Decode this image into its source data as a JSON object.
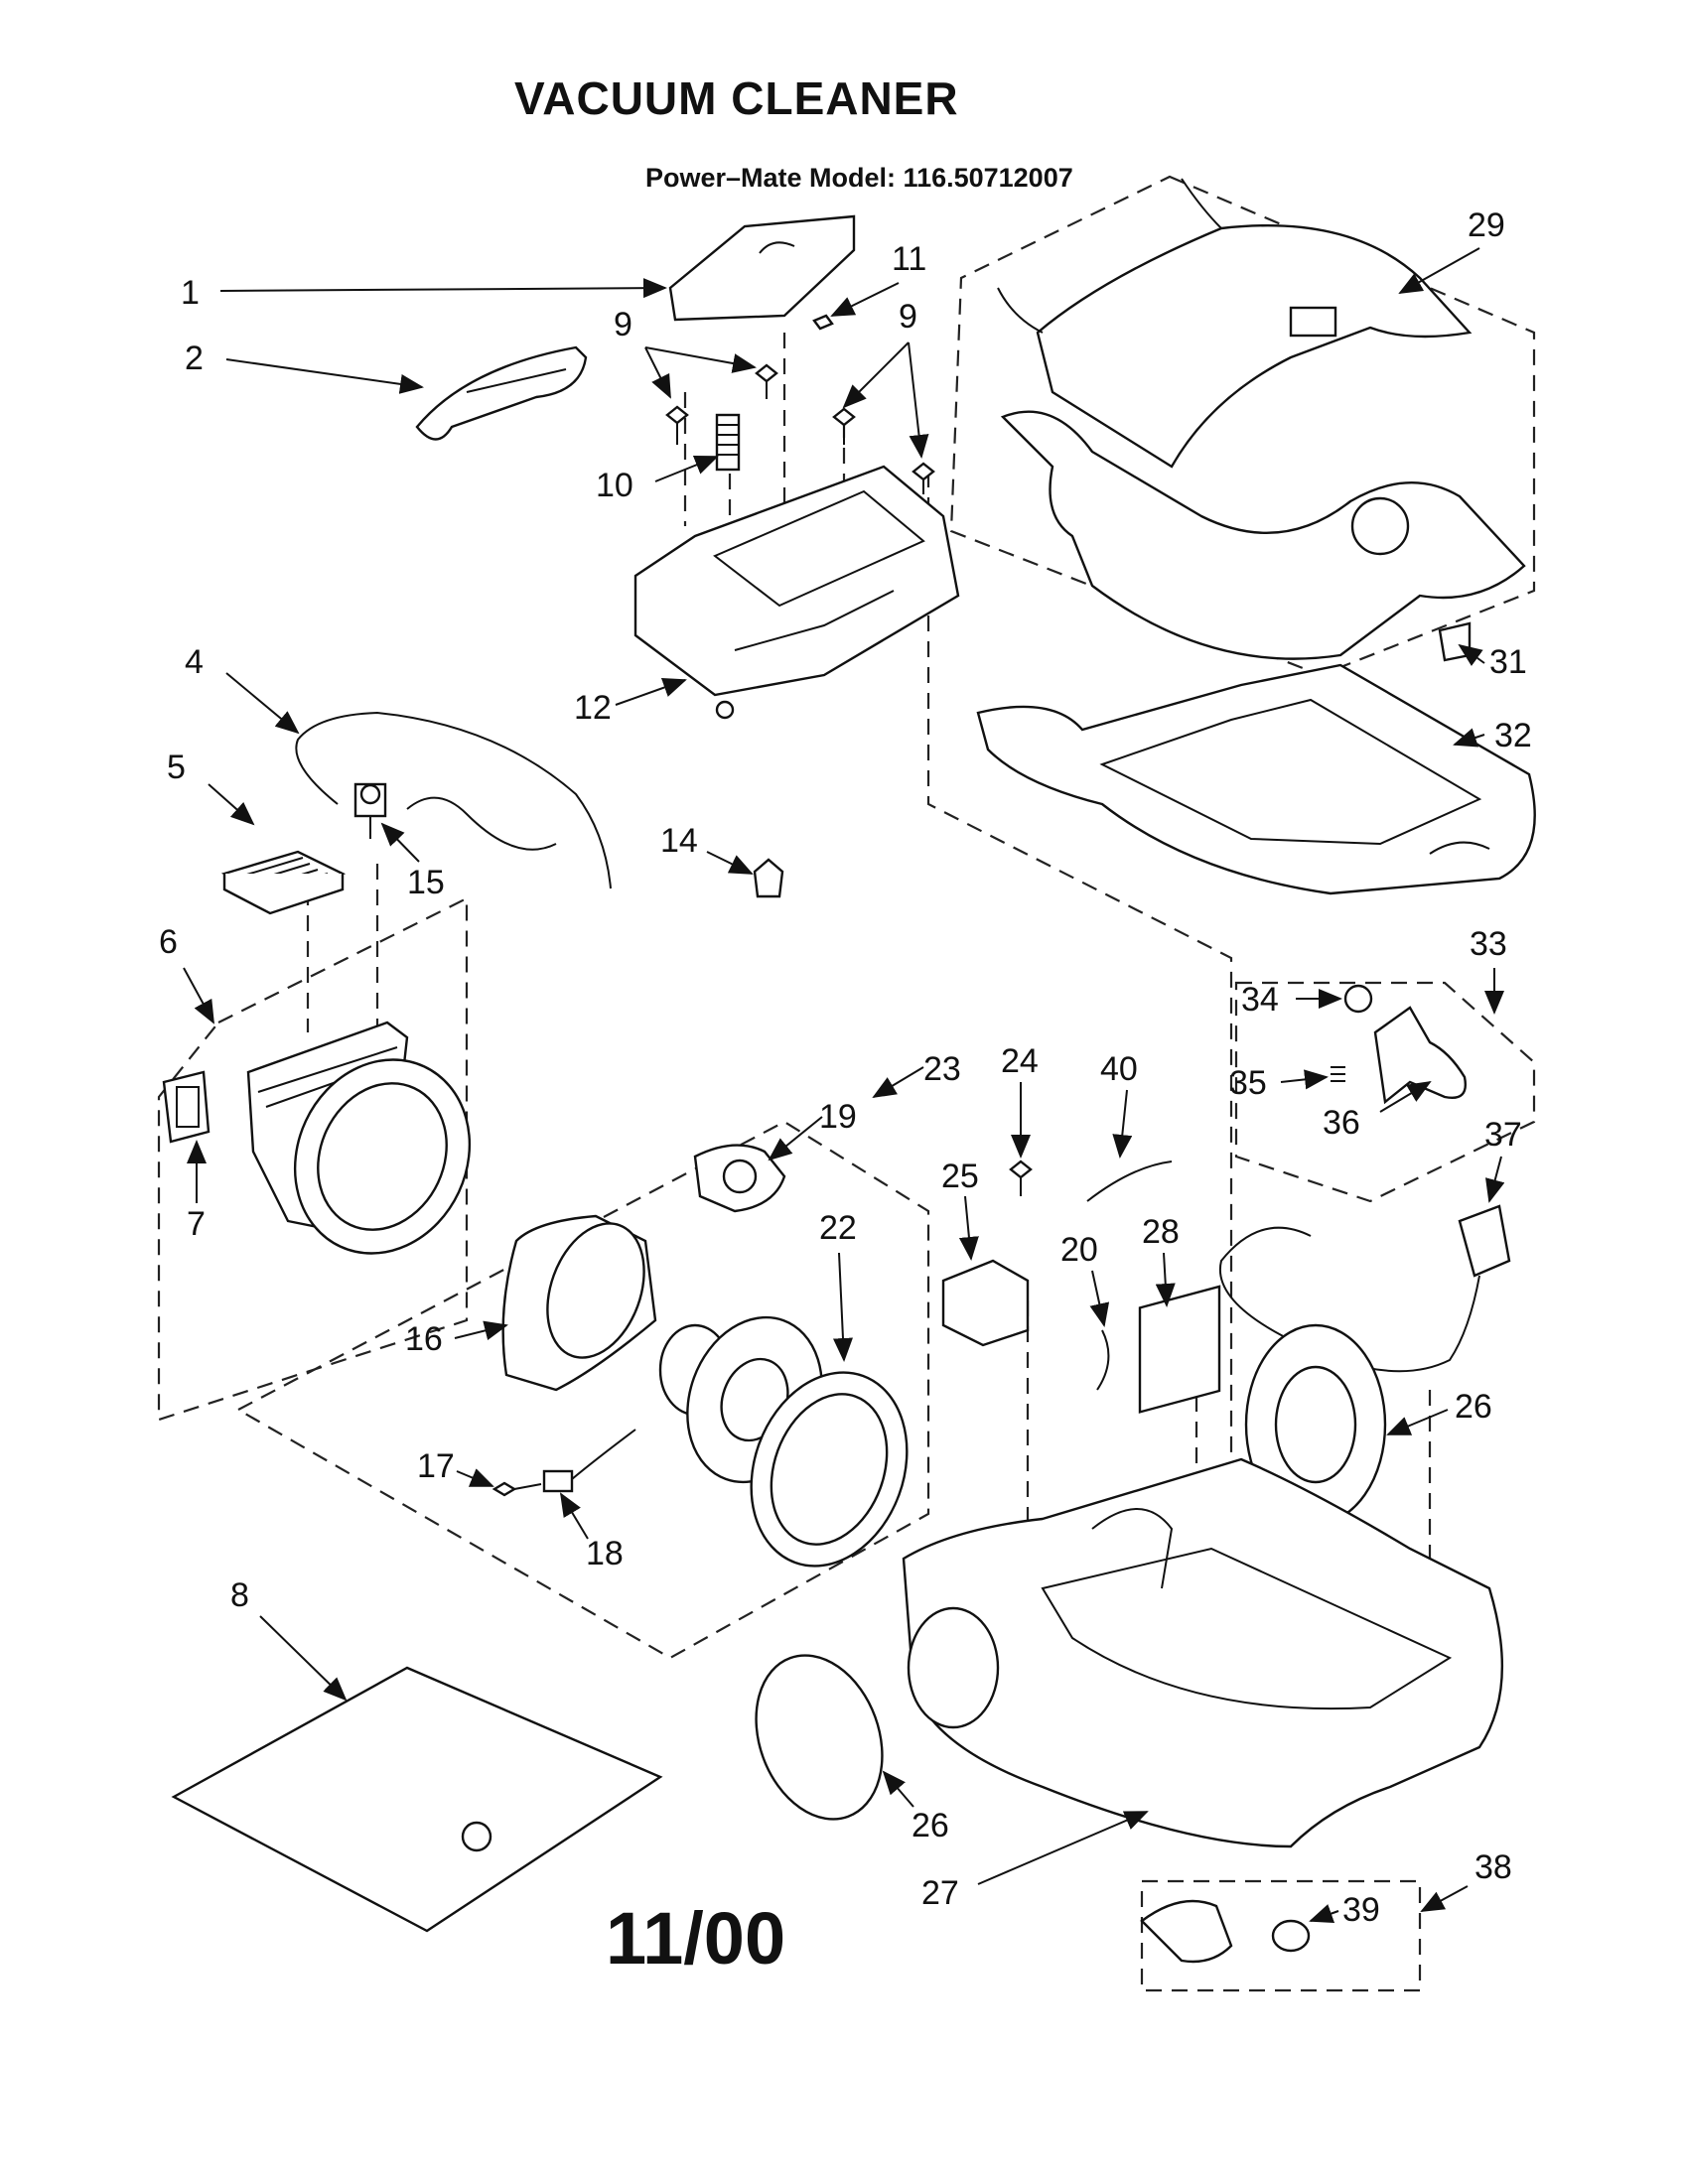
{
  "title": "VACUUM CLEANER",
  "model": "Power–Mate Model: 116.50712007",
  "date": "11/00",
  "callouts": [
    "1",
    "2",
    "4",
    "5",
    "6",
    "7",
    "8",
    "9",
    "9",
    "10",
    "11",
    "12",
    "14",
    "15",
    "16",
    "17",
    "18",
    "19",
    "20",
    "22",
    "23",
    "24",
    "25",
    "26",
    "26",
    "27",
    "28",
    "29",
    "31",
    "32",
    "33",
    "34",
    "35",
    "36",
    "37",
    "38",
    "39",
    "40"
  ]
}
